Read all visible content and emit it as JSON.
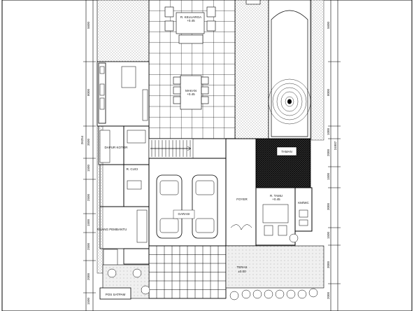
{
  "rooms": {
    "r_keluarga": "R. KELUARGA",
    "makan": "MAKAN",
    "taman": "TAMAN",
    "dapur_kotor": "DAPUR KOTOR",
    "r_cuci": "R. CUCI",
    "garasi": "GARASI",
    "foyer": "FOYER",
    "r_tamu": "R. TAMU",
    "kamar_mandi": "KM/WC",
    "ruang_pembantu": "RUANG PEMBANTU",
    "teras": "TERAS",
    "pos_satpam": "POS SATPAM"
  },
  "left_dims": [
    "5600",
    "8000",
    "3500",
    "1500",
    "2500",
    "1500",
    "2500",
    "2000",
    "1500"
  ],
  "right_dims": [
    "5600",
    "8000",
    "1000",
    "2000",
    "1500",
    "3000",
    "1500",
    "3000",
    "2000"
  ],
  "total_dims": {
    "left": "26254",
    "right": "24987"
  },
  "room_markers": {
    "lower_floor": "±0.00",
    "main_floor": "+0.45"
  }
}
